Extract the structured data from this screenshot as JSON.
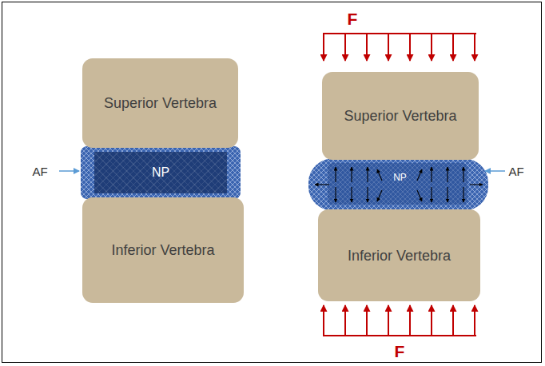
{
  "diagram": {
    "nodes": [
      {
        "text": [
          "Superior Vertebra"
        ]
      },
      {
        "text": [
          "NP"
        ]
      },
      {
        "text": [
          "Inferior Vertebra"
        ]
      },
      {
        "text": [
          "Superior Vertebra"
        ]
      },
      {
        "text": [
          "NP"
        ]
      },
      {
        "text": [
          "Inferior Vertebra"
        ]
      }
    ],
    "labels": [
      "F",
      "AF",
      "AF",
      "F"
    ]
  }
}
